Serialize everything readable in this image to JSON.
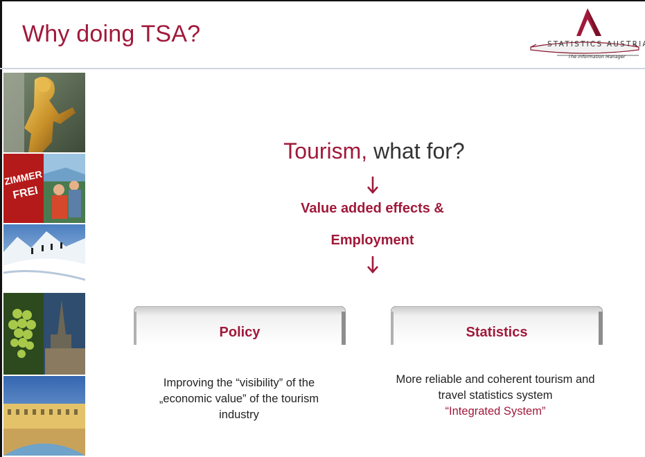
{
  "slide": {
    "title": "Why doing TSA?",
    "logo": {
      "text": "STATISTICS AUSTRIA",
      "subtitle": "The Information Manager"
    },
    "photo_strip": [
      {
        "name": "golden-statue-photo"
      },
      {
        "name": "zimmer-frei-sign-photo",
        "sign_text": "ZIMMER FREI"
      },
      {
        "name": "ski-tour-photo"
      },
      {
        "name": "grapes-cathedral-photo"
      },
      {
        "name": "palace-photo"
      }
    ],
    "heading": {
      "accent": "Tourism,",
      "rest": " what for?"
    },
    "arrow_glyph": "↓",
    "sub_line1": "Value added effects &",
    "sub_line2": "Employment",
    "policy": {
      "label": "Policy",
      "description_lines": [
        "Improving the “visibility” of the",
        "„economic value” of the tourism",
        "industry"
      ]
    },
    "statistics": {
      "label": "Statistics",
      "description_lines": [
        "More reliable and coherent tourism and",
        "travel statistics system"
      ],
      "highlight": "“Integrated System”"
    },
    "colors": {
      "accent": "#a0193a",
      "text": "#333333",
      "rule": "#cfd6e2"
    }
  }
}
